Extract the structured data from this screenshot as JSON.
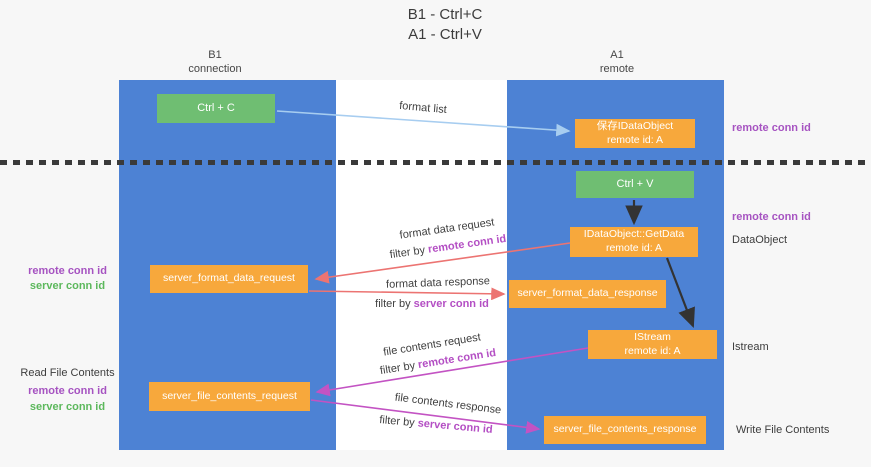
{
  "title": {
    "line1": "B1 - Ctrl+C",
    "line2": "A1 - Ctrl+V"
  },
  "columns": {
    "left": {
      "name": "B1",
      "role": "connection"
    },
    "right": {
      "name": "A1",
      "role": "remote"
    }
  },
  "nodes": {
    "ctrl_c": {
      "label": "Ctrl + C"
    },
    "ctrl_v": {
      "label": "Ctrl + V"
    },
    "store_idataobject": {
      "line1": "保存IDataObject",
      "line2": "remote id: A"
    },
    "getdata": {
      "line1": "IDataObject::GetData",
      "line2": "remote id: A"
    },
    "format_request": {
      "label": "server_format_data_request"
    },
    "format_response": {
      "label": "server_format_data_response"
    },
    "istream": {
      "line1": "IStream",
      "line2": "remote id: A"
    },
    "file_request": {
      "label": "server_file_contents_request"
    },
    "file_response": {
      "label": "server_file_contents_response"
    }
  },
  "edges": {
    "format_list": {
      "label": "format list"
    },
    "format_request": {
      "label": "format data request",
      "filter_prefix": "filter by ",
      "filter_key": "remote conn id"
    },
    "format_response": {
      "label": "format data response",
      "filter_prefix": "filter by ",
      "filter_key": "server conn id"
    },
    "file_request": {
      "label": "file contents request",
      "filter_prefix": "filter by ",
      "filter_key": "remote conn id"
    },
    "file_response": {
      "label": "file contents response",
      "filter_prefix": "filter by ",
      "filter_key": "server conn id"
    }
  },
  "annotations": {
    "right_top_remote_conn_id": "remote conn id",
    "right_mid_remote_conn_id": "remote conn id",
    "dataobject": "DataObject",
    "istream": "Istream",
    "write_file_contents": "Write File Contents",
    "left_remote_conn_id_1": "remote conn id",
    "left_server_conn_id_1": "server conn id",
    "read_file_contents": "Read File Contents",
    "left_remote_conn_id_2": "remote conn id",
    "left_server_conn_id_2": "server conn id"
  },
  "colors": {
    "column_blue": "#4d82d4",
    "node_orange": "#f7a83c",
    "node_green": "#6fbe72",
    "arrow_light_blue": "#a7cdf0",
    "arrow_red": "#ec7472",
    "arrow_magenta": "#c353c3",
    "arrow_black": "#333333",
    "text_purple": "#a653c1",
    "text_green": "#5cb85c",
    "text_dark": "#3d3d3d",
    "background": "#f7f7f7"
  }
}
